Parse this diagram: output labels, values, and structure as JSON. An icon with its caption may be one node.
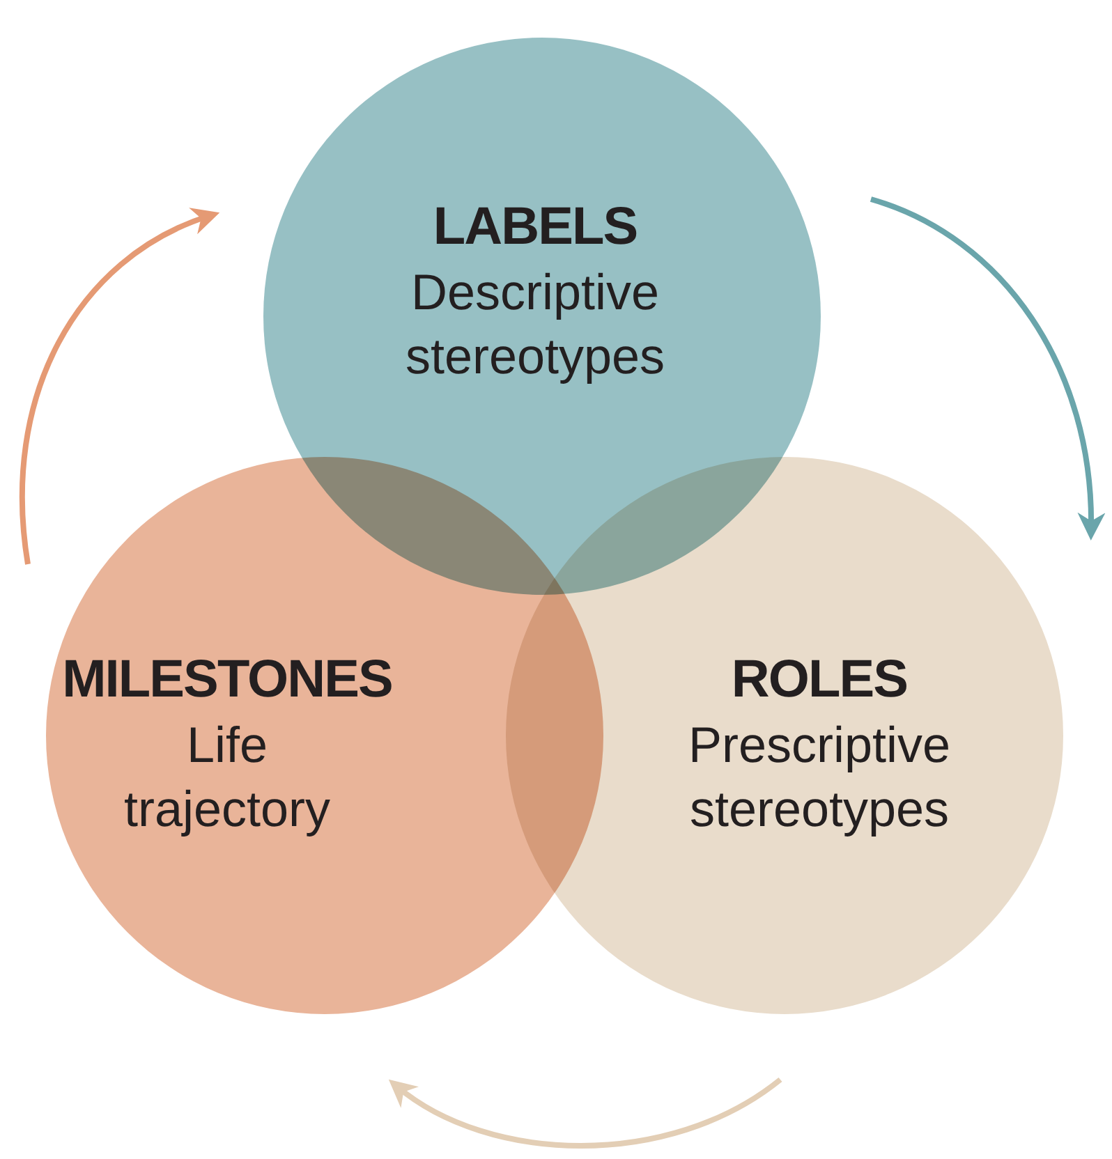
{
  "diagram": {
    "nodes": [
      {
        "text": [
          "LABELS",
          "Descriptive stereotypes"
        ]
      },
      {
        "text": [
          "MILESTONES",
          "Life trajectory"
        ]
      },
      {
        "text": [
          "ROLES",
          "Prescriptive stereotypes"
        ]
      }
    ],
    "edges": [
      {
        "from": 1,
        "to": 0,
        "arrow": "to",
        "color": "#e59a74"
      },
      {
        "from": 0,
        "to": 2,
        "arrow": "to",
        "color": "#6aa5ab"
      },
      {
        "from": 2,
        "to": 1,
        "arrow": "to",
        "color": "#e3ceb5"
      }
    ]
  }
}
